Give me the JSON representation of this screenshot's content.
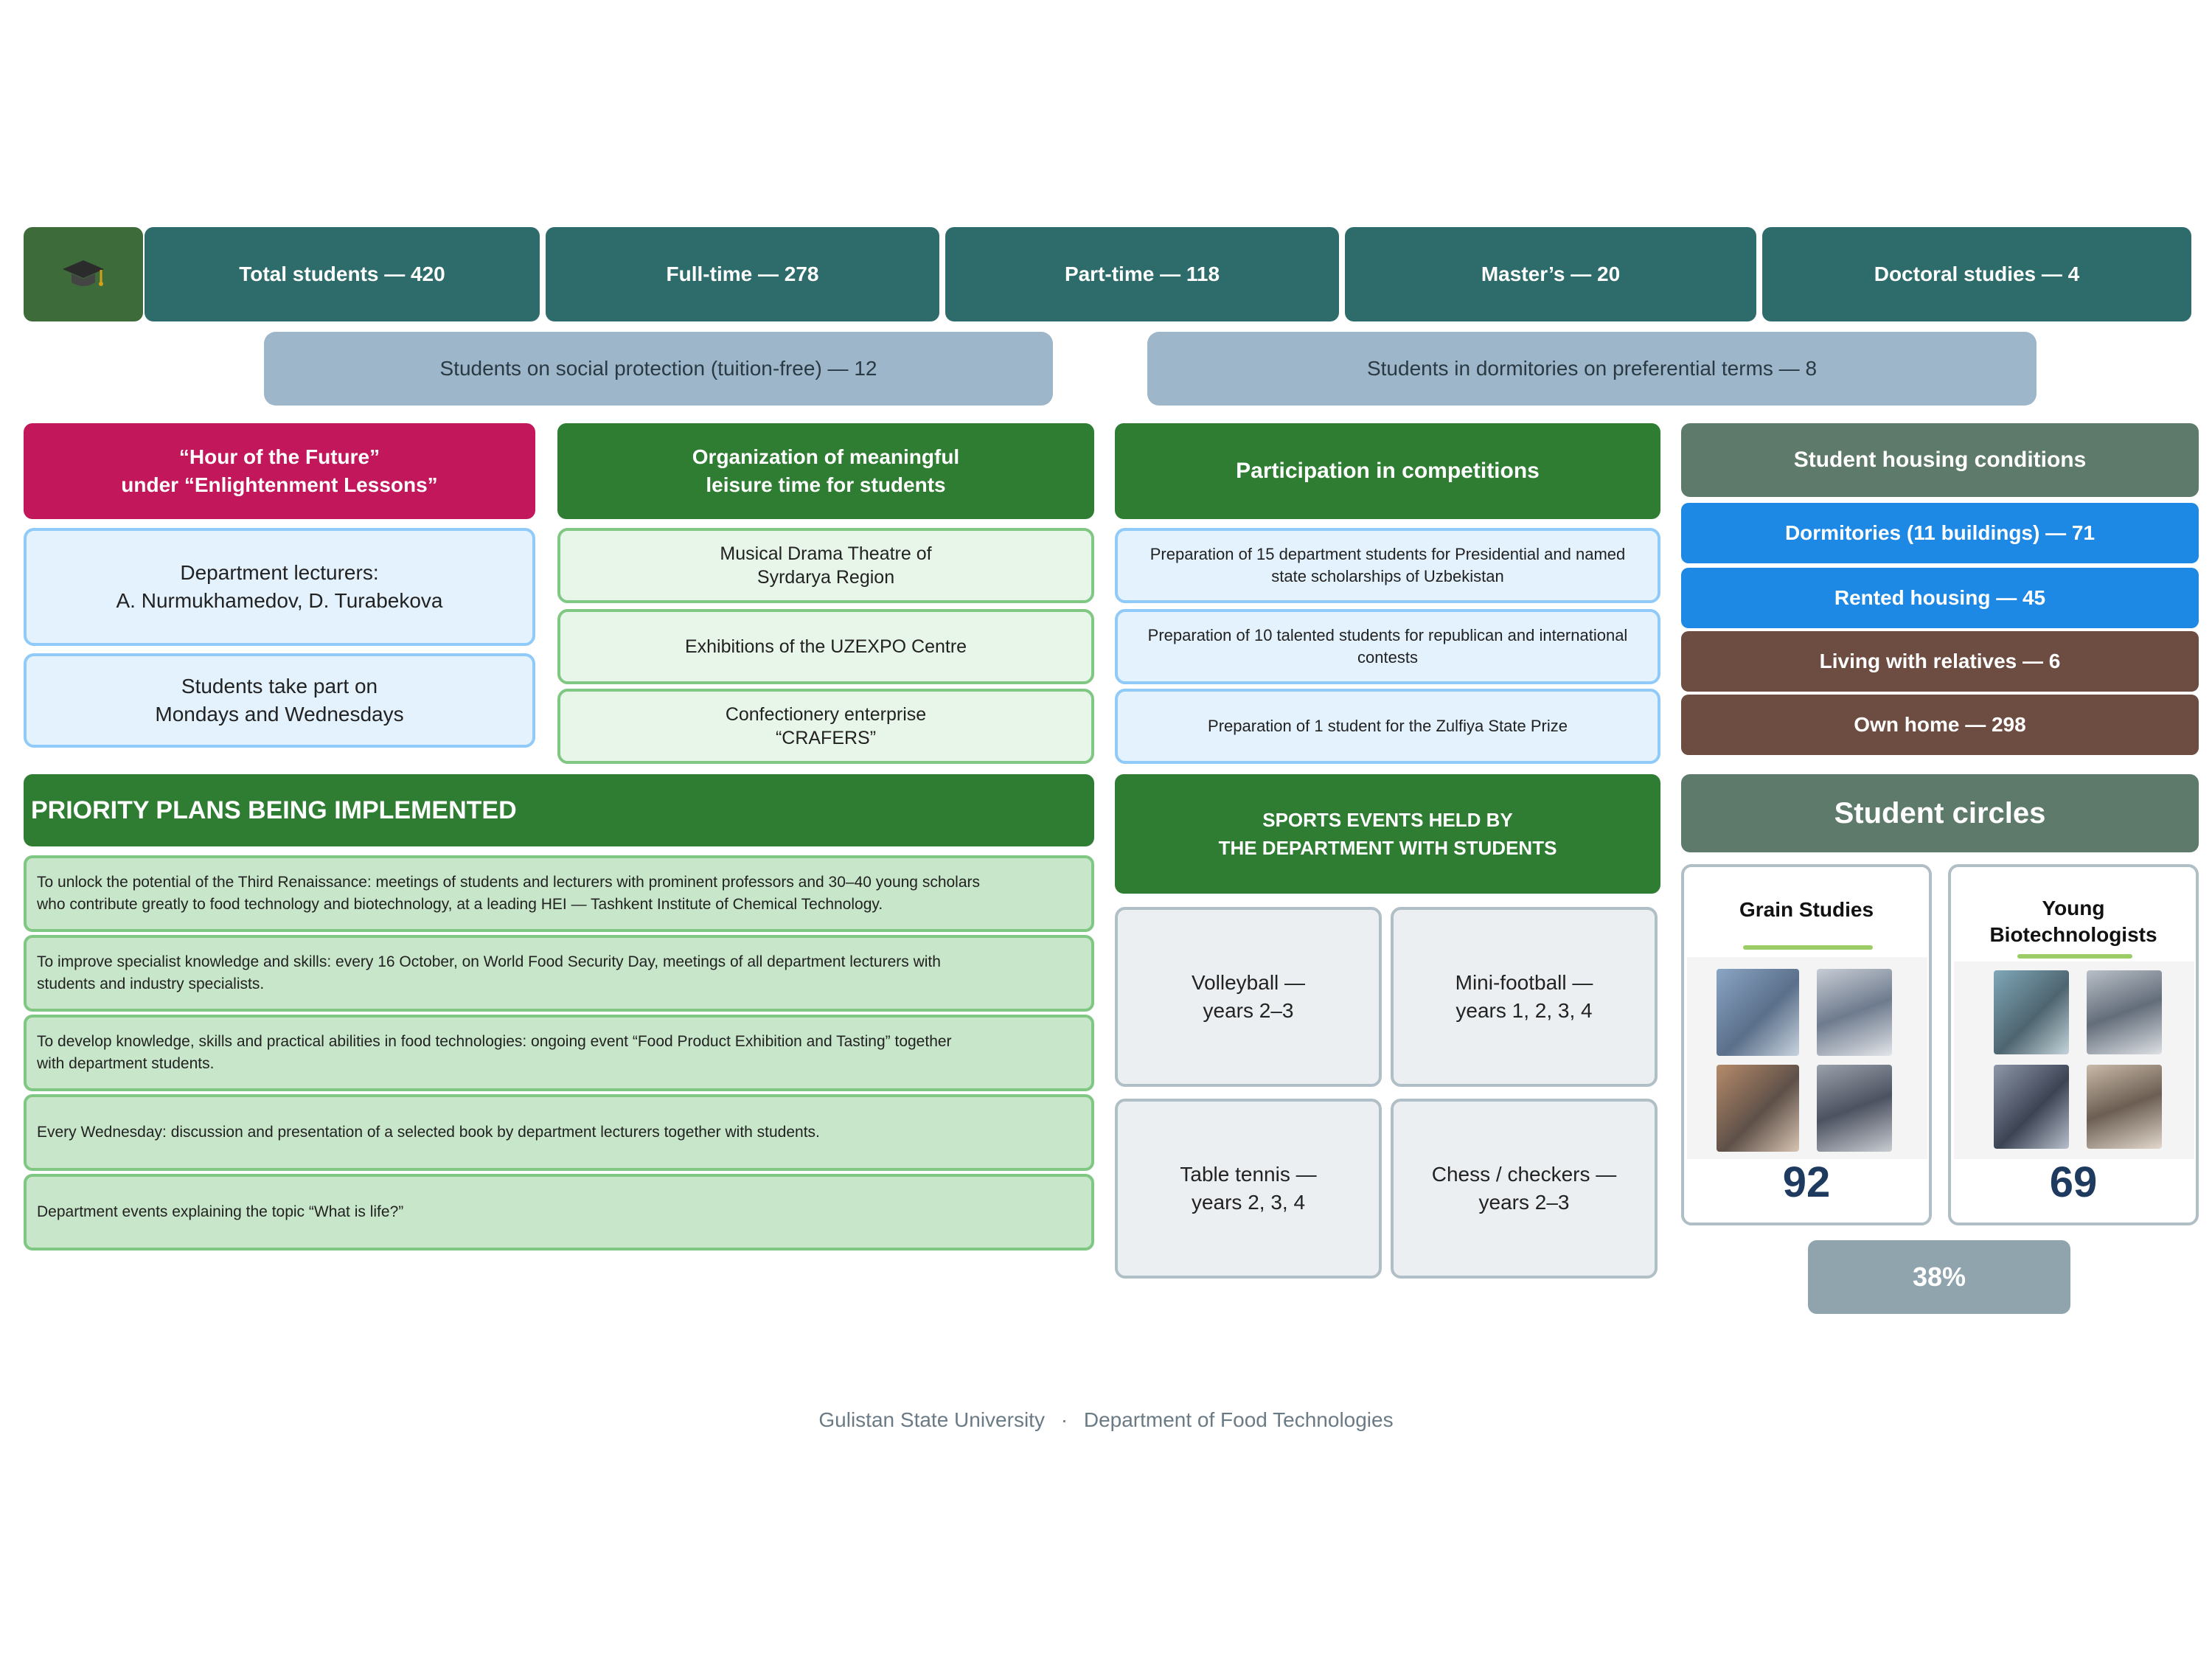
{
  "stats": {
    "icon": "graduation-cap-icon",
    "total": "Total students — 420",
    "full_time": "Full-time — 278",
    "part_time": "Part-time — 118",
    "masters": "Master’s — 20",
    "doctoral": "Doctoral studies — 4"
  },
  "preferential": {
    "social": "Students on social protection (tuition-free) — 12",
    "dormitories": "Students in dormitories on preferential terms — 8"
  },
  "hour_of_future": {
    "title_line1": "“Hour of the Future”",
    "title_line2": "under “Enlightenment Lessons”",
    "lecturers_line1": "Department lecturers:",
    "lecturers_line2": "A. Nurmukhamedov, D. Turabekova",
    "schedule_line1": "Students take part on",
    "schedule_line2": "Mondays and Wednesdays"
  },
  "leisure": {
    "title_line1": "Organization of meaningful",
    "title_line2": "leisure time for students",
    "items": [
      {
        "line1": "Musical Drama Theatre of",
        "line2": "Syrdarya Region"
      },
      {
        "line1": "Exhibitions of the UZEXPO Centre",
        "line2": ""
      },
      {
        "line1": "Confectionery enterprise",
        "line2": "“CRAFERS”"
      }
    ]
  },
  "competitions": {
    "title": "Participation in competitions",
    "items": [
      {
        "line1": "Preparation of 15 department students for Presidential and named",
        "line2": "state scholarships of Uzbekistan"
      },
      {
        "line1": "Preparation of 10 talented students for republican and international",
        "line2": "contests"
      },
      {
        "line1": "Preparation of 1 student for the Zulfiya State Prize",
        "line2": ""
      }
    ]
  },
  "housing": {
    "title": "Student housing conditions",
    "items": [
      {
        "label": "Dormitories (11 buildings) — 71"
      },
      {
        "label": "Rented housing — 45"
      },
      {
        "label": "Living with relatives — 6"
      },
      {
        "label": "Own home — 298"
      }
    ],
    "colors": {
      "blue": "#1e88e5",
      "brown": "#6d4c41"
    }
  },
  "priority": {
    "title": "PRIORITY PLANS BEING IMPLEMENTED",
    "items": [
      {
        "line1": "To unlock the potential of the Third Renaissance: meetings of students and lecturers with prominent professors and 30–40 young scholars",
        "line2": "who contribute greatly to food technology and biotechnology, at a leading HEI — Tashkent Institute of Chemical Technology."
      },
      {
        "line1": "To improve specialist knowledge and skills: every 16 October, on World Food Security Day, meetings of all department lecturers with",
        "line2": "students and industry specialists."
      },
      {
        "line1": "To develop knowledge, skills and practical abilities in food technologies: ongoing event “Food Product Exhibition and Tasting” together",
        "line2": "with department students."
      },
      {
        "line1": "Every Wednesday: discussion and presentation of a selected book by department lecturers together with students.",
        "line2": ""
      },
      {
        "line1": "Department events explaining the topic “What is life?”",
        "line2": ""
      }
    ]
  },
  "sports": {
    "title_line1": "SPORTS EVENTS HELD BY",
    "title_line2": "THE DEPARTMENT WITH STUDENTS",
    "items": [
      {
        "line1": "Volleyball —",
        "line2": "years 2–3"
      },
      {
        "line1": "Mini-football —",
        "line2": "years 1, 2, 3, 4"
      },
      {
        "line1": "Table tennis —",
        "line2": "years 2, 3, 4"
      },
      {
        "line1": "Chess / checkers —",
        "line2": "years 2–3"
      }
    ]
  },
  "circles": {
    "title": "Student circles",
    "items": [
      {
        "name_line1": "Grain Studies",
        "name_line2": "",
        "count": "92"
      },
      {
        "name_line1": "Young",
        "name_line2": "Biotechnologists",
        "count": "69"
      }
    ],
    "percent": "38%"
  },
  "footer": {
    "university": "Gulistan State University",
    "separator": "·",
    "department": "Department of Food Technologies"
  }
}
